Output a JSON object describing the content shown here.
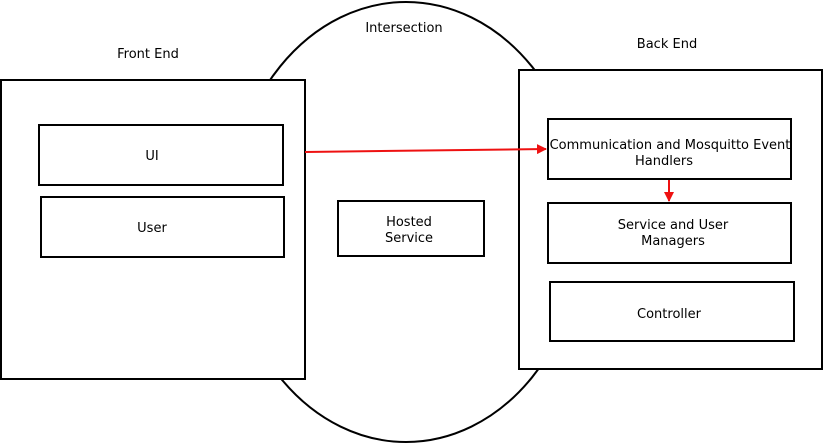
{
  "diagram": {
    "intersection_label": "Intersection",
    "front_end": {
      "title": "Front End",
      "ui_label": "UI",
      "user_label": "User"
    },
    "hosted_service": {
      "line1": "Hosted",
      "line2": "Service"
    },
    "back_end": {
      "title": "Back End",
      "comm_line1": "Communication and Mosquitto Event",
      "comm_line2": "Handlers",
      "managers_line1": "Service and User",
      "managers_line2": "Managers",
      "controller_label": "Controller"
    },
    "colors": {
      "arrow": "#ee1111",
      "stroke": "#000000",
      "background": "#ffffff"
    }
  }
}
